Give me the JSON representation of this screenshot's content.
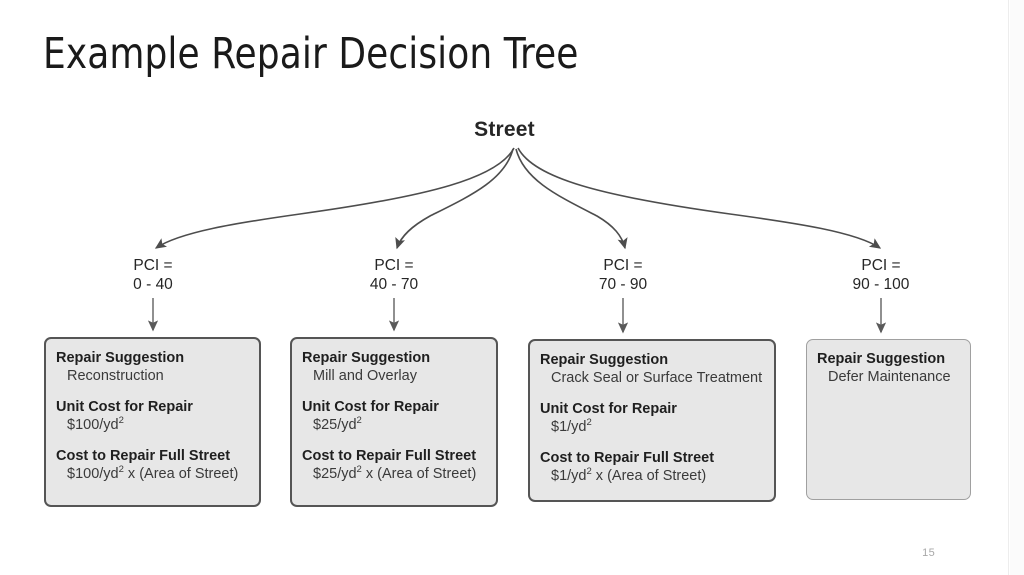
{
  "slide": {
    "title": "Example Repair Decision Tree",
    "page_number": "15",
    "background_color": "#ffffff"
  },
  "tree": {
    "root": {
      "label": "Street"
    },
    "branches": [
      {
        "condition_line1": "PCI =",
        "condition_line2": "0 - 40",
        "pci_min": 0,
        "pci_max": 40,
        "box": {
          "sections": [
            {
              "head": "Repair Suggestion",
              "value": "Reconstruction"
            },
            {
              "head": "Unit Cost for Repair",
              "value_prefix": "$100/yd",
              "value_sup": "2",
              "value_suffix": ""
            },
            {
              "head": "Cost to Repair Full Street",
              "value_prefix": "$100/yd",
              "value_sup": "2",
              "value_suffix": " x (Area of Street)"
            }
          ]
        }
      },
      {
        "condition_line1": "PCI =",
        "condition_line2": "40 - 70",
        "pci_min": 40,
        "pci_max": 70,
        "box": {
          "sections": [
            {
              "head": "Repair Suggestion",
              "value": "Mill and Overlay"
            },
            {
              "head": "Unit Cost for Repair",
              "value_prefix": "$25/yd",
              "value_sup": "2",
              "value_suffix": ""
            },
            {
              "head": "Cost to Repair Full Street",
              "value_prefix": "$25/yd",
              "value_sup": "2",
              "value_suffix": " x (Area of Street)"
            }
          ]
        }
      },
      {
        "condition_line1": "PCI =",
        "condition_line2": "70 - 90",
        "pci_min": 70,
        "pci_max": 90,
        "box": {
          "sections": [
            {
              "head": "Repair Suggestion",
              "value": "Crack Seal or Surface Treatment"
            },
            {
              "head": "Unit Cost for Repair",
              "value_prefix": "$1/yd",
              "value_sup": "2",
              "value_suffix": ""
            },
            {
              "head": "Cost to Repair Full Street",
              "value_prefix": "$1/yd",
              "value_sup": "2",
              "value_suffix": " x (Area of Street)"
            }
          ]
        }
      },
      {
        "condition_line1": "PCI =",
        "condition_line2": "90 - 100",
        "pci_min": 90,
        "pci_max": 100,
        "box": {
          "sections": [
            {
              "head": "Repair Suggestion",
              "value": "Defer Maintenance"
            }
          ]
        }
      }
    ]
  },
  "style": {
    "box_fill": "#e7e7e7",
    "box_border": "#555555",
    "box_border_light": "#a0a0a0",
    "connector_color": "#4d4d4d",
    "text_color": "#262626",
    "page_number_color": "#a8a8a8"
  }
}
